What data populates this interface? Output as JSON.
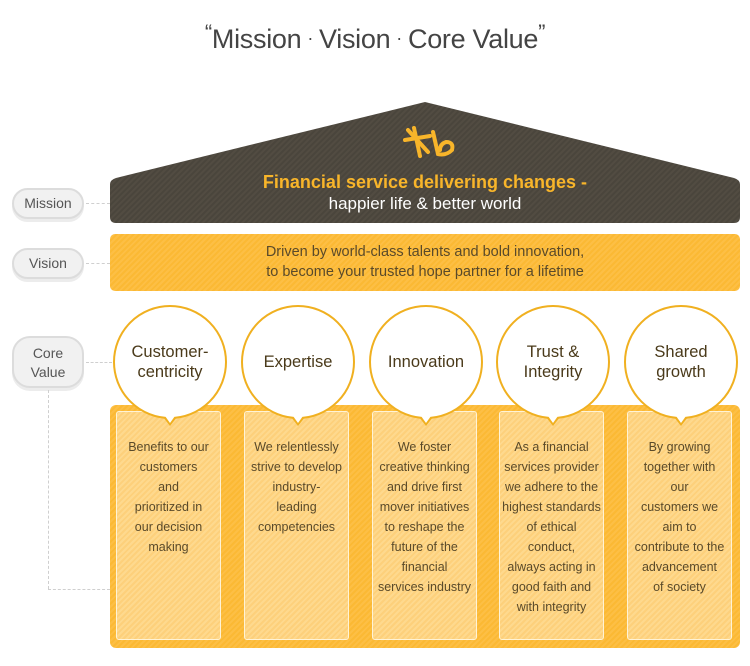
{
  "title": {
    "open_quote": "“",
    "part1": "Mission",
    "separator": "·",
    "part2": "Vision",
    "part3": "Core Value",
    "close_quote": "”"
  },
  "labels": {
    "mission": "Mission",
    "vision": "Vision",
    "core_value_line1": "Core",
    "core_value_line2": "Value"
  },
  "mission": {
    "logo": "kb-logo-icon",
    "line1": "Financial service delivering changes -",
    "line2": "happier life & better world"
  },
  "vision": {
    "line1": "Driven by world-class talents and bold innovation,",
    "line2": "to become your trusted hope partner for a lifetime"
  },
  "core_values": [
    {
      "name_line1": "Customer-",
      "name_line2": "centricity",
      "description": [
        "Benefits to our",
        "customers",
        "and",
        "prioritized in",
        "our decision",
        "making"
      ]
    },
    {
      "name_line1": "Expertise",
      "name_line2": "",
      "description": [
        "We relentlessly",
        "strive to develop",
        "industry-",
        "leading",
        "competencies"
      ]
    },
    {
      "name_line1": "Innovation",
      "name_line2": "",
      "description": [
        "We foster",
        "creative thinking",
        "and drive first",
        "mover initiatives",
        "to reshape the",
        "future of the",
        "financial",
        "services industry"
      ]
    },
    {
      "name_line1": "Trust &",
      "name_line2": "Integrity",
      "description": [
        "As a financial",
        "services provider",
        "we adhere to the",
        "highest standards",
        "of ethical",
        "conduct,",
        "always acting in",
        "good faith and",
        "with integrity"
      ]
    },
    {
      "name_line1": "Shared",
      "name_line2": "growth",
      "description": [
        "By growing",
        "together with",
        "our",
        "customers we",
        "aim to",
        "contribute to the",
        "advancement",
        "of society"
      ]
    }
  ],
  "colors": {
    "roof": "#4f4a40",
    "accent_yellow": "#fbb934",
    "mission_highlight": "#f8b52a"
  }
}
